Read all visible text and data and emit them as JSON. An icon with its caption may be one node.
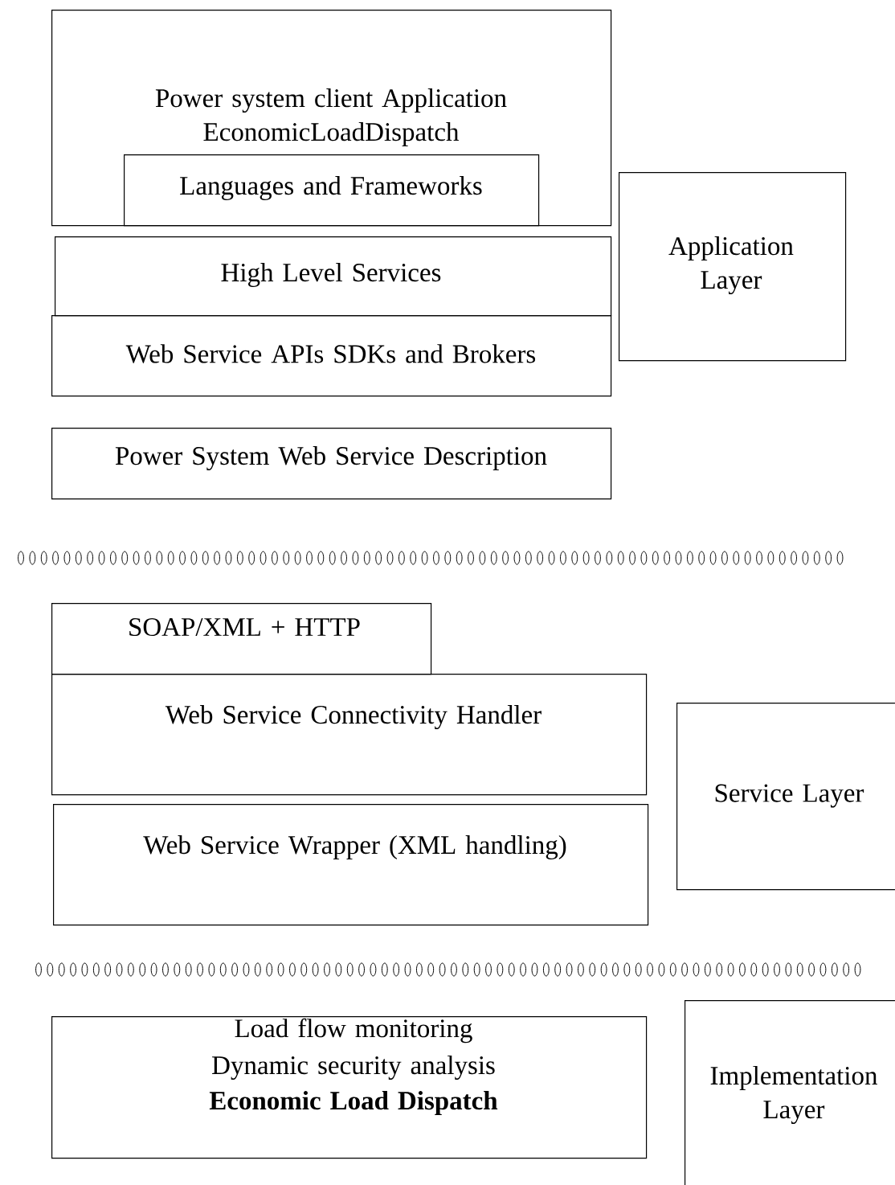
{
  "diagram": {
    "nodes": [
      {
        "text": [
          "Power system client Application EconomicLoadDispatch"
        ]
      },
      {
        "text": [
          "Languages and Frameworks"
        ],
        "in": 0
      },
      {
        "text": [
          "High Level Services"
        ]
      },
      {
        "text": [
          "Web Service APIs SDKs and Brokers"
        ]
      },
      {
        "text": [
          "Application Layer"
        ]
      },
      {
        "text": [
          "Power System Web Service Description"
        ]
      },
      {
        "text": [
          "SOAP/XML + HTTP"
        ]
      },
      {
        "text": [
          "Web Service Connectivity Handler"
        ]
      },
      {
        "text": [
          "Web Service Wrapper (XML handling)"
        ]
      },
      {
        "text": [
          "Service Layer"
        ]
      },
      {
        "text": [
          "Load flow monitoring",
          "Dynamic security analysis",
          "Economic Load Dispatch"
        ]
      },
      {
        "text": [
          "Implementation Layer"
        ]
      }
    ]
  }
}
